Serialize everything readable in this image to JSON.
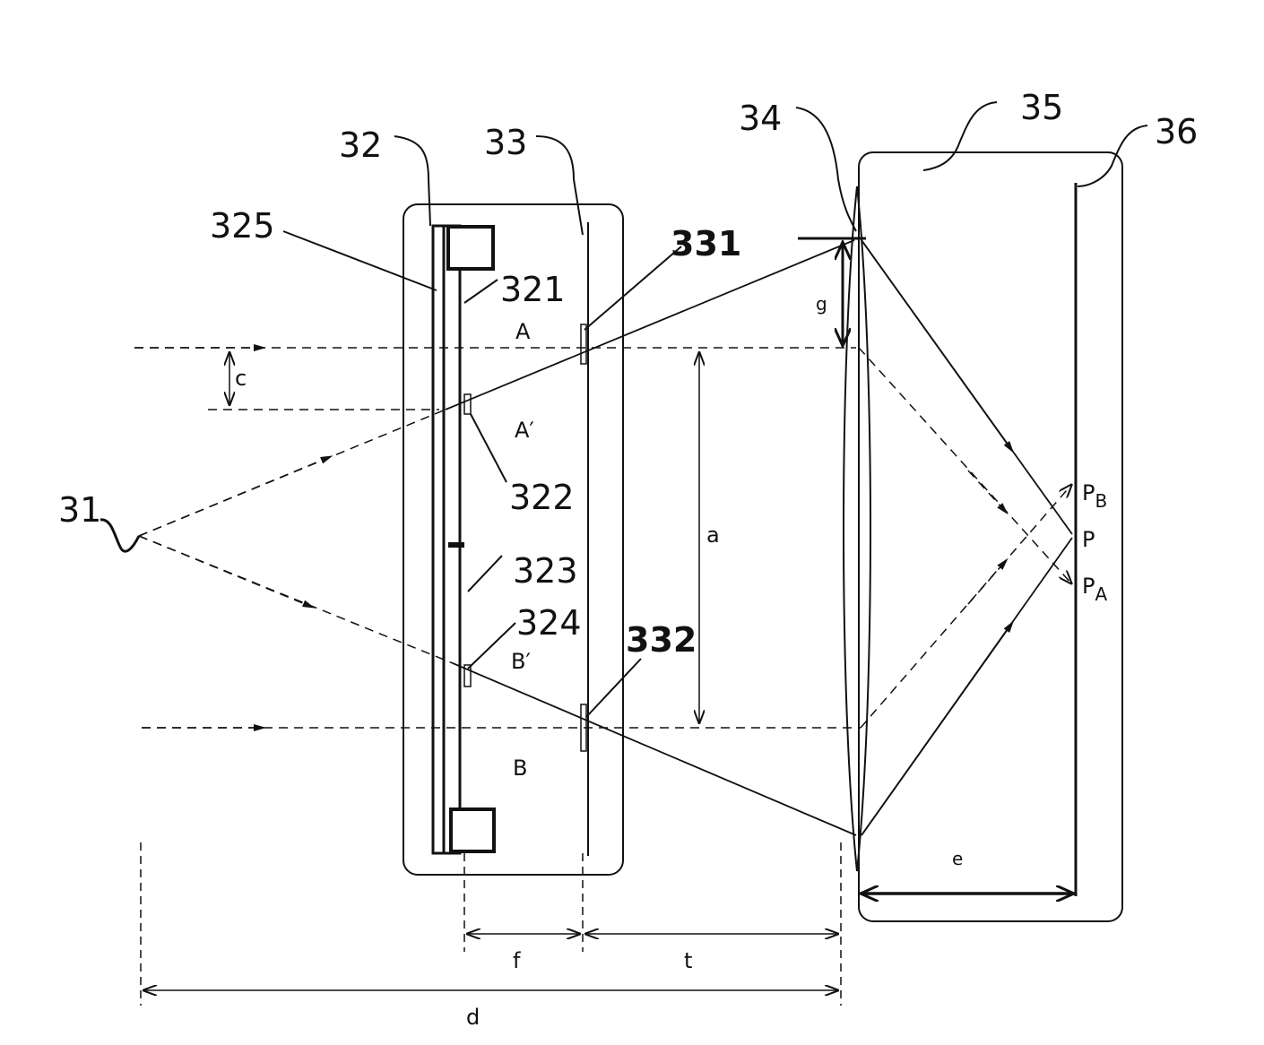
{
  "ref": {
    "n31": "31",
    "n32": "32",
    "n33": "33",
    "n34": "34",
    "n35": "35",
    "n36": "36",
    "n321": "321",
    "n322": "322",
    "n323": "323",
    "n324": "324",
    "n325": "325",
    "n331": "331",
    "n332": "332"
  },
  "region": {
    "A": "A",
    "A_prime": "A′",
    "B": "B",
    "B_prime": "B′"
  },
  "dim": {
    "a": "a",
    "c": "c",
    "d": "d",
    "e": "e",
    "f": "f",
    "g": "g",
    "t": "t"
  },
  "point": {
    "P": "P",
    "PB_main": "P",
    "PB_sub": "B",
    "PA_main": "P",
    "PA_sub": "A"
  }
}
